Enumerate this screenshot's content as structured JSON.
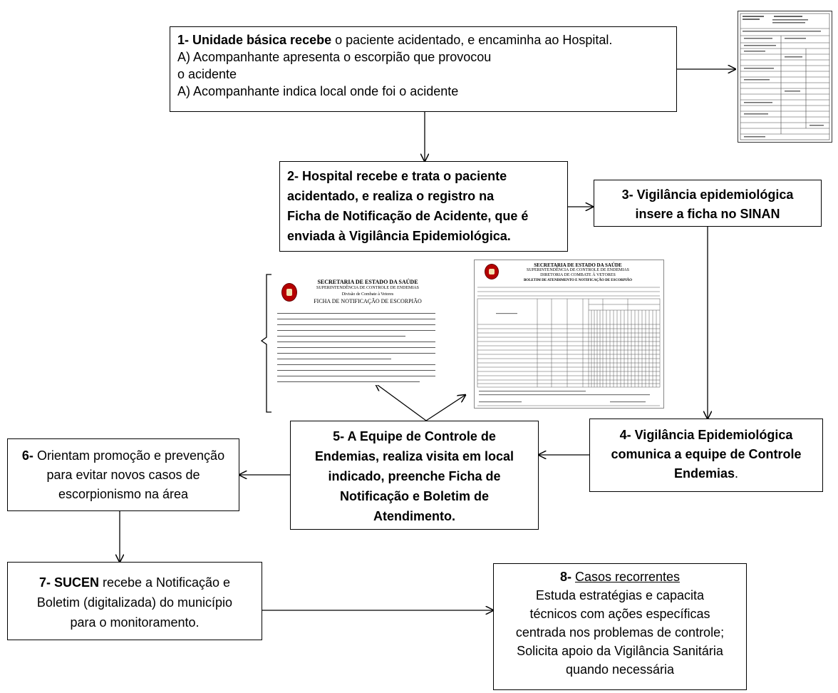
{
  "box1": {
    "bold": "1- Unidade básica recebe",
    "rest": " o paciente  acidentado, e encaminha ao Hospital.",
    "line2": "A)  Acompanhante apresenta o escorpião que provocou",
    "line3": "o acidente",
    "line4": "A)   Acompanhante indica local onde foi o acidente"
  },
  "box2": {
    "line1": "2- Hospital recebe e trata o paciente",
    "line2": "acidentado, e realiza o registro na",
    "line3": "Ficha de Notificação de Acidente, que é",
    "line4": "enviada à Vigilância Epidemiológica."
  },
  "box3": {
    "line1": "3- Vigilância epidemiológica",
    "line2": "insere a ficha no SINAN"
  },
  "box4": {
    "line1": "4- Vigilância Epidemiológica",
    "line2": "comunica a equipe de Controle",
    "line3_bold": "Endemias",
    "line3_end": "."
  },
  "box5": {
    "line1": "5- A Equipe de Controle  de",
    "line2": "Endemias, realiza visita em local",
    "line3": "indicado, preenche Ficha de",
    "line4": "Notificação e Boletim de",
    "line5": "Atendimento."
  },
  "box6": {
    "bold": "6-",
    "line1_rest": " Orientam  promoção e prevenção",
    "line2": "para evitar novos casos de",
    "line3": "escorpionismo na área"
  },
  "box7": {
    "bold": "7- SUCEN",
    "line1_rest": " recebe  a Notificação e",
    "line2": "Boletim  (digitalizada) do município",
    "line3": "para o monitoramento."
  },
  "box8": {
    "bold": "8-",
    "underlined": "Casos recorrentes",
    "line2": "Estuda estratégias e capacita",
    "line3": "técnicos com ações específicas",
    "line4": "centrada nos problemas de controle;",
    "line5": "Solicita apoio da Vigilância  Sanitária",
    "line6": "quando necessária"
  },
  "ficha": {
    "title1": "SECRETARIA DE ESTADO DA SAÚDE",
    "title2": "SUPERINTENDÊNCIA DE CONTROLE DE ENDEMIAS",
    "title3": "Divisão de Combate à Vetores",
    "title4": "FICHA DE NOTIFICAÇÃO DE ESCORPIÃO"
  },
  "boletim": {
    "title1": "SECRETARIA DE ESTADO DA SAÚDE",
    "title2": "SUPERINTENDÊNCIA DE CONTROLE DE ENDEMIAS",
    "title3": "DIRETORIA DE COMBATE À VETORES",
    "title4": "BOLETIM DE ATENDIMENTO E NOTIFICAÇÃO DE ESCORPIÃO"
  }
}
